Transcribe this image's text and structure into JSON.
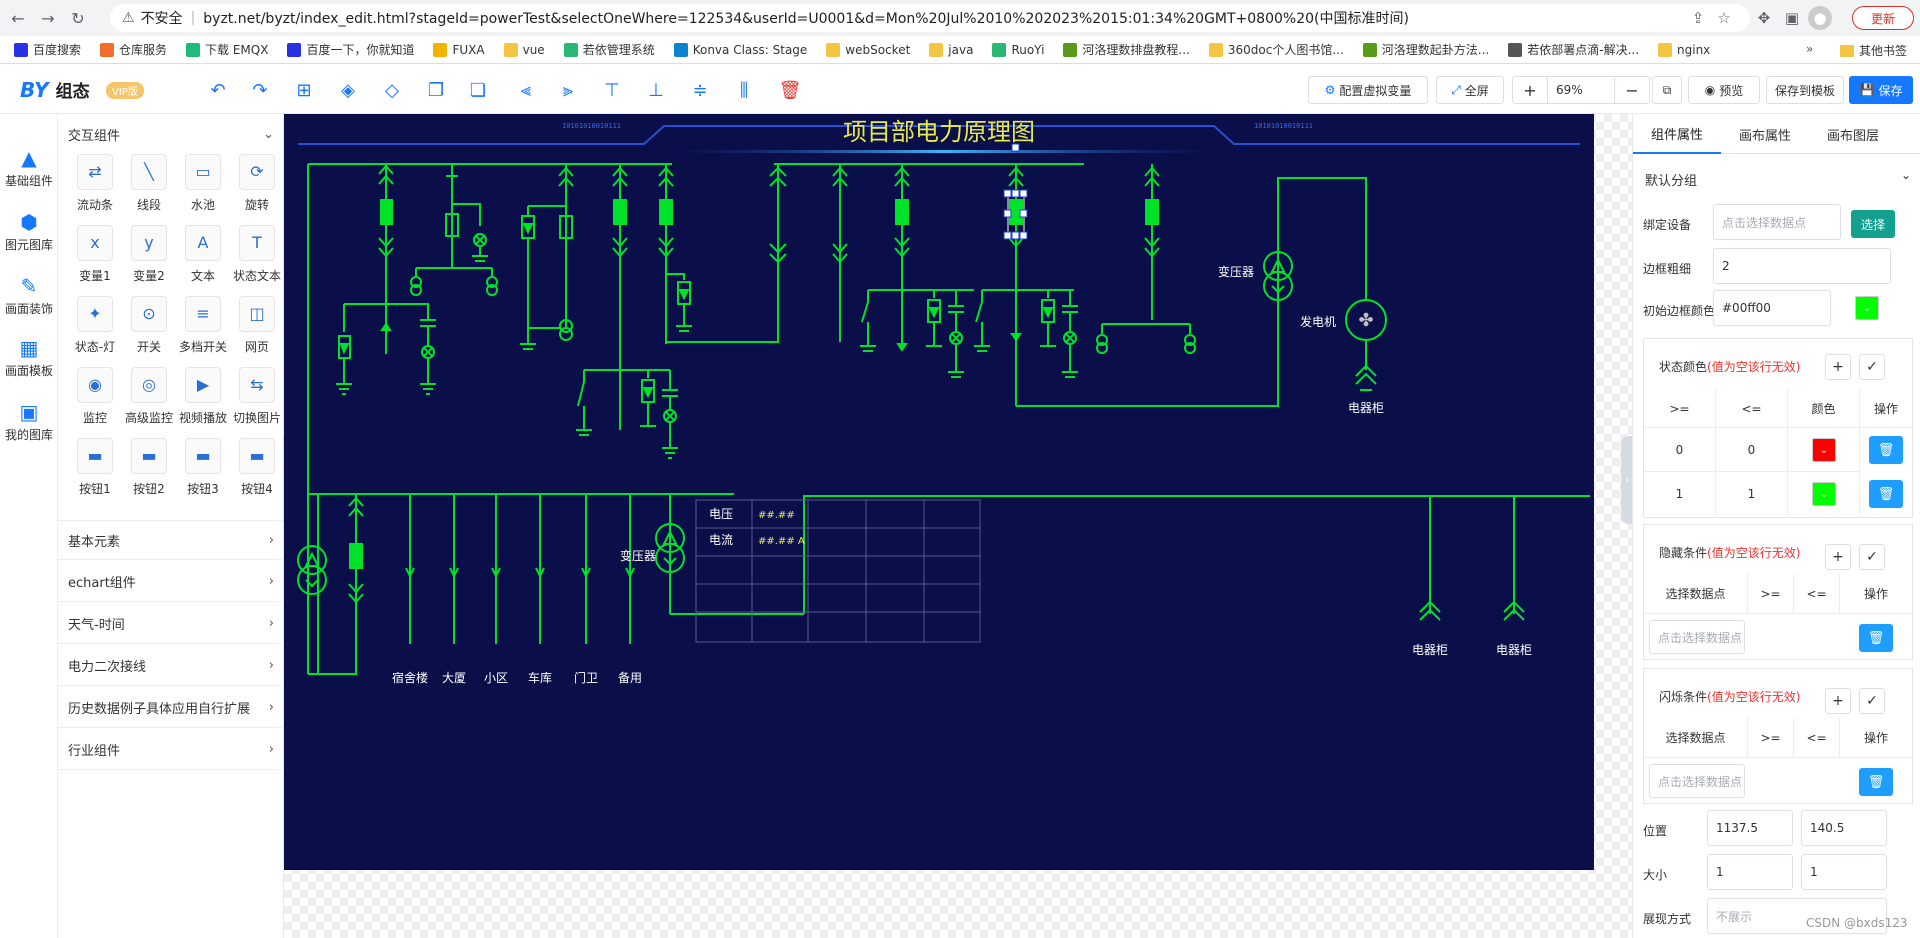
{
  "browser": {
    "insecure": "不安全",
    "url": "byzt.net/byzt/index_edit.html?stageId=powerTest&selectOneWhere=122534&userId=U0001&d=Mon%20Jul%2010%202023%2015:01:34%20GMT+0800%20(中国标准时间)",
    "update": "更新"
  },
  "bookmarks": [
    {
      "label": "百度搜索",
      "color": "#2932e1"
    },
    {
      "label": "仓库服务",
      "color": "#f26c2a"
    },
    {
      "label": "下载 EMQX",
      "color": "#1fba7a"
    },
    {
      "label": "百度一下，你就知道",
      "color": "#2932e1"
    },
    {
      "label": "FUXA",
      "color": "#f0b400"
    },
    {
      "label": "vue",
      "color": "#f4c542"
    },
    {
      "label": "若依管理系统",
      "color": "#2bb673"
    },
    {
      "label": "Konva Class: Stage",
      "color": "#0d83cd"
    },
    {
      "label": "webSocket",
      "color": "#f4c542"
    },
    {
      "label": "java",
      "color": "#f4c542"
    },
    {
      "label": "RuoYi",
      "color": "#2bb673"
    },
    {
      "label": "河洛理数排盘教程...",
      "color": "#5a9a1a"
    },
    {
      "label": "360doc个人图书馆...",
      "color": "#f4c542"
    },
    {
      "label": "河洛理数起卦方法...",
      "color": "#5a9a1a"
    },
    {
      "label": "若依部署点滴-解决...",
      "color": "#555"
    },
    {
      "label": "nginx",
      "color": "#f4c542"
    }
  ],
  "bookmarks_more": "»",
  "bookmarks_other": "其他书签",
  "toolbar": {
    "logo_en": "BY",
    "logo_cn": "组态",
    "vip": "VIP版",
    "virtual_var": "配置虚拟变量",
    "fullscreen": "全屏",
    "zoom": "69%",
    "preview": "预览",
    "save_tpl": "保存到模板",
    "save": "保存"
  },
  "rail": [
    "基础组件",
    "图元图库",
    "画面装饰",
    "画面模板",
    "我的图库"
  ],
  "left_panel": {
    "section_open": "交互组件",
    "components": [
      [
        "流动条",
        "线段",
        "水池",
        "旋转"
      ],
      [
        "变量1",
        "变量2",
        "文本",
        "状态文本"
      ],
      [
        "状态-灯",
        "开关",
        "多档开关",
        "网页"
      ],
      [
        "监控",
        "高级监控",
        "视频播放",
        "切换图片"
      ],
      [
        "按钮1",
        "按钮2",
        "按钮3",
        "按钮4"
      ]
    ],
    "sections": [
      "基本元素",
      "echart组件",
      "天气-时间",
      "电力二次接线",
      "历史数据例子具体应用自行扩展",
      "行业组件"
    ]
  },
  "stage": {
    "title": "项目部电力原理图",
    "transformer1": "变压器",
    "generator": "发电机",
    "cabinet1": "电器柜",
    "transformer2": "变压器",
    "cabinet2": "电器柜",
    "cabinet3": "电器柜",
    "bottom_labels": [
      "宿舍楼",
      "大厦",
      "小区",
      "车库",
      "门卫",
      "备用"
    ],
    "voltage_label": "电压",
    "voltage_val": "##.##",
    "current_label": "电流",
    "current_val": "##.## A",
    "binary": "10101010010111"
  },
  "right_panel": {
    "tabs": [
      "组件属性",
      "画布属性",
      "画布图层"
    ],
    "group": "默认分组",
    "bind_label": "绑定设备",
    "bind_ph": "点击选择数据点",
    "choose": "选择",
    "border_w_label": "边框粗细",
    "border_w": "2",
    "border_c_label": "初始边框颜色",
    "border_c": "#00ff00",
    "state_title": "状态颜色",
    "state_note": "(值为空该行无效)",
    "cols": [
      ">=",
      "<=",
      "颜色",
      "操作"
    ],
    "rows": [
      {
        "ge": "0",
        "le": "0",
        "color": "#ff0000"
      },
      {
        "ge": "1",
        "le": "1",
        "color": "#00ff00"
      }
    ],
    "hide_title": "隐藏条件",
    "hide_note": "(值为空该行无效)",
    "cond_cols": [
      "选择数据点",
      ">=",
      "<=",
      "操作"
    ],
    "cond_ph": "点击选择数据点",
    "blink_title": "闪烁条件",
    "blink_note": "(值为空该行无效)",
    "pos_label": "位置",
    "pos_x": "1137.5",
    "pos_y": "140.5",
    "size_label": "大小",
    "size_w": "1",
    "size_h": "1",
    "show_label": "展现方式",
    "show_val": "不展示"
  },
  "watermark": "CSDN @bxds123",
  "colors": {
    "line": "#00e22a",
    "accent": "#1677ff",
    "stage_bg": "#0a0f4a"
  }
}
